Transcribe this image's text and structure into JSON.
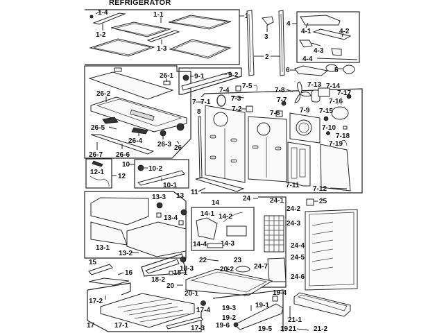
{
  "title": "REFRIGERATOR",
  "labels": {
    "p1": "1",
    "p1_1": "1-1",
    "p1_2": "1-2",
    "p1_3": "1-3",
    "p1_4": "1-4",
    "p2": "2",
    "p3": "3",
    "p4": "4",
    "p4_1": "4-1",
    "p4_2": "4-2",
    "p4_3": "4-3",
    "p4_4": "4-4",
    "p5": "5",
    "p6": "6",
    "p7": "7",
    "p7_1": "7-1",
    "p7_2": "7-2",
    "p7_3": "7-3",
    "p7_4": "7-4",
    "p7_5": "7-5",
    "p7_6": "7-6",
    "p7_7": "7-7",
    "p7_8": "7-8",
    "p7_9": "7-9",
    "p7_10": "7-10",
    "p7_11": "7-11",
    "p7_12": "7-12",
    "p7_13": "7-13",
    "p7_14": "7-14",
    "p7_15": "7-15",
    "p7_16": "7-16",
    "p7_17": "7-17",
    "p7_18": "7-18",
    "p7_19": "7-19",
    "p8": "8",
    "p9_1": "9-1",
    "p9_2": "9-2",
    "p10": "10",
    "p10_1": "10-1",
    "p10_2": "10-2",
    "p11": "11",
    "p12": "12",
    "p12_1": "12-1",
    "p13": "13",
    "p13_1": "13-1",
    "p13_2": "13-2",
    "p13_3": "13-3",
    "p13_4": "13-4",
    "p14": "14",
    "p14_1": "14-1",
    "p14_2": "14-2",
    "p14_3": "14-3",
    "p14_4": "14-4",
    "p15": "15",
    "p16": "16",
    "p17": "17",
    "p17_1": "17-1",
    "p17_2": "17-2",
    "p17_3": "17-3",
    "p17_4": "17-4",
    "p18_1": "18-1",
    "p18_2": "18-2",
    "p18_3": "18-3",
    "p19": "19",
    "p19_1": "19-1",
    "p19_2": "19-2",
    "p19_3": "19-3",
    "p19_4": "19-4",
    "p19_5": "19-5",
    "p19_6": "19-6",
    "p20": "20",
    "p20_1": "20-1",
    "p20_2": "20-2",
    "p21": "21",
    "p21_1": "21-1",
    "p21_2": "21-2",
    "p22": "22",
    "p23": "23",
    "p24": "24",
    "p24_1": "24-1",
    "p24_2": "24-2",
    "p24_3": "24-3",
    "p24_4": "24-4",
    "p24_5": "24-5",
    "p24_6": "24-6",
    "p24_7": "24-7",
    "p25": "25",
    "p26": "26",
    "p26_1": "26-1",
    "p26_2": "26-2",
    "p26_3": "26-3",
    "p26_4": "26-4",
    "p26_5": "26-5",
    "p26_6": "26-6",
    "p26_7": "26-7"
  }
}
